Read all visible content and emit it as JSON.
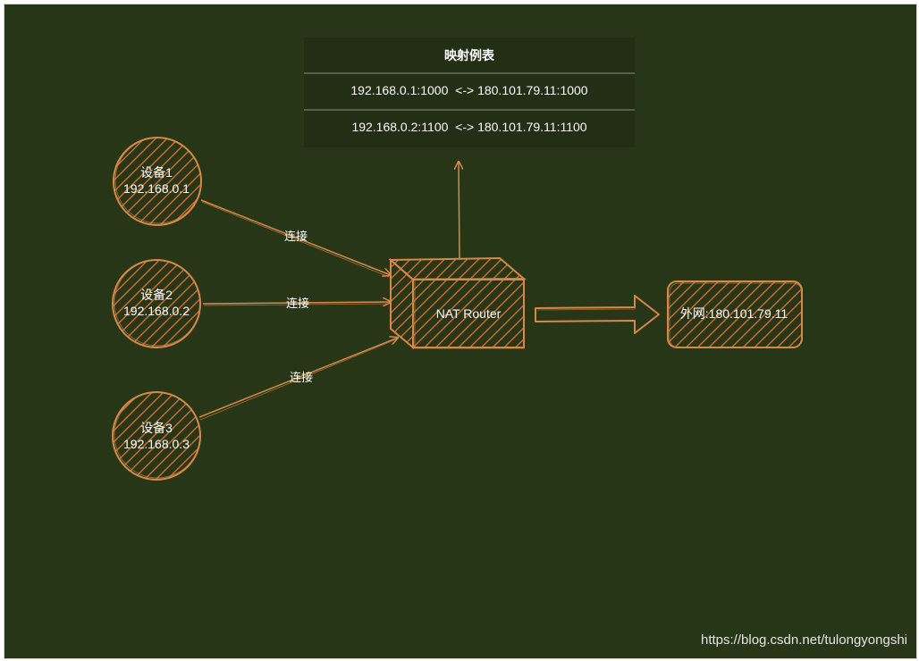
{
  "colors": {
    "background": "#283618",
    "stroke": "#d4894a",
    "hatch": "#c9692e",
    "text": "#ffffff"
  },
  "table": {
    "title": "映射例表",
    "rows": [
      "192.168.0.1:1000  <-> 180.101.79.11:1000",
      "192.168.0.2:1100  <-> 180.101.79.11:1100"
    ]
  },
  "devices": [
    {
      "name": "设备1",
      "ip": "192.168.0.1"
    },
    {
      "name": "设备2",
      "ip": "192.168.0.2"
    },
    {
      "name": "设备3",
      "ip": "192.168.0.3"
    }
  ],
  "connections": [
    "连接",
    "连接",
    "连接"
  ],
  "router": {
    "label": "NAT Router"
  },
  "internet": {
    "label": "外网:180.101.79.11"
  },
  "watermark": "https://blog.csdn.net/tulongyongshi"
}
